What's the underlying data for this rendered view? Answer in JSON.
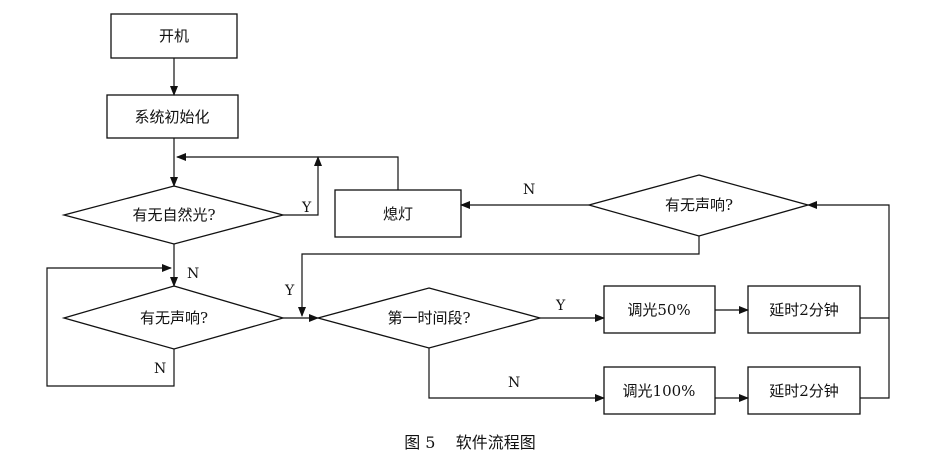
{
  "nodes": {
    "power_on": "开机",
    "init": "系统初始化",
    "natural_light": "有无自然光?",
    "sound_1": "有无声响?",
    "lamp_off": "熄灯",
    "sound_2": "有无声响?",
    "first_period": "第一时间段?",
    "dim_50": "调光50%",
    "dim_100": "调光100%",
    "delay_1": "延时2分钟",
    "delay_2": "延时2分钟"
  },
  "labels": {
    "natural_light_yes": "Y",
    "natural_light_no": "N",
    "sound_1_no": "N",
    "sound_2_no": "N",
    "sound_2_yes": "Y",
    "first_period_yes": "Y",
    "first_period_no": "N"
  },
  "caption": "图 5    软件流程图"
}
